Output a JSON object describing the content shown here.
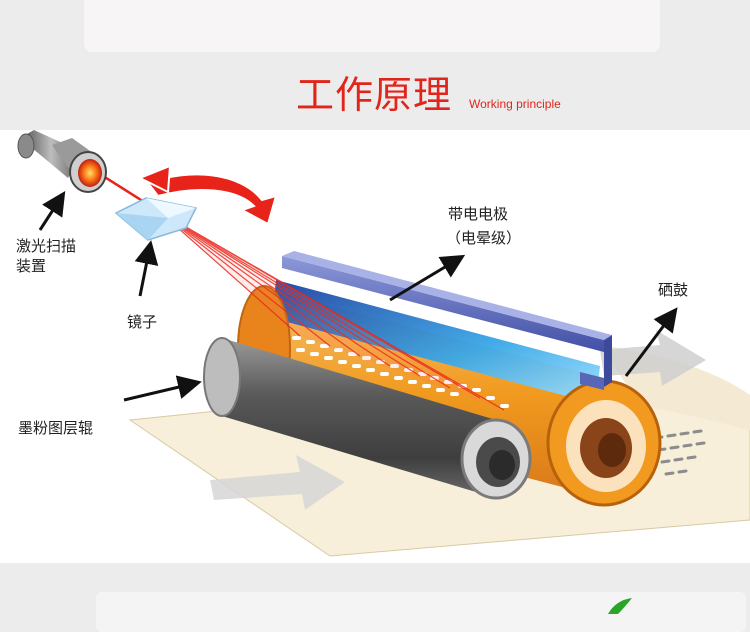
{
  "header": {
    "title_cn": "工作原理",
    "title_en": "Working principle"
  },
  "labels": {
    "laser_line1": "激光扫描",
    "laser_line2": "装置",
    "mirror": "镜子",
    "charge_electrode": "带电电极",
    "corona": "（电晕级）",
    "drum": "硒鼓",
    "toner_roller": "墨粉图层辊"
  },
  "colors": {
    "title": "#e1251b",
    "laser": "#e8231a",
    "drum_orange": "#f19a1f",
    "electrode_blue": "#5866b6",
    "charge_blue": "#3aa8e8",
    "roller_gray": "#6d6d6d"
  }
}
